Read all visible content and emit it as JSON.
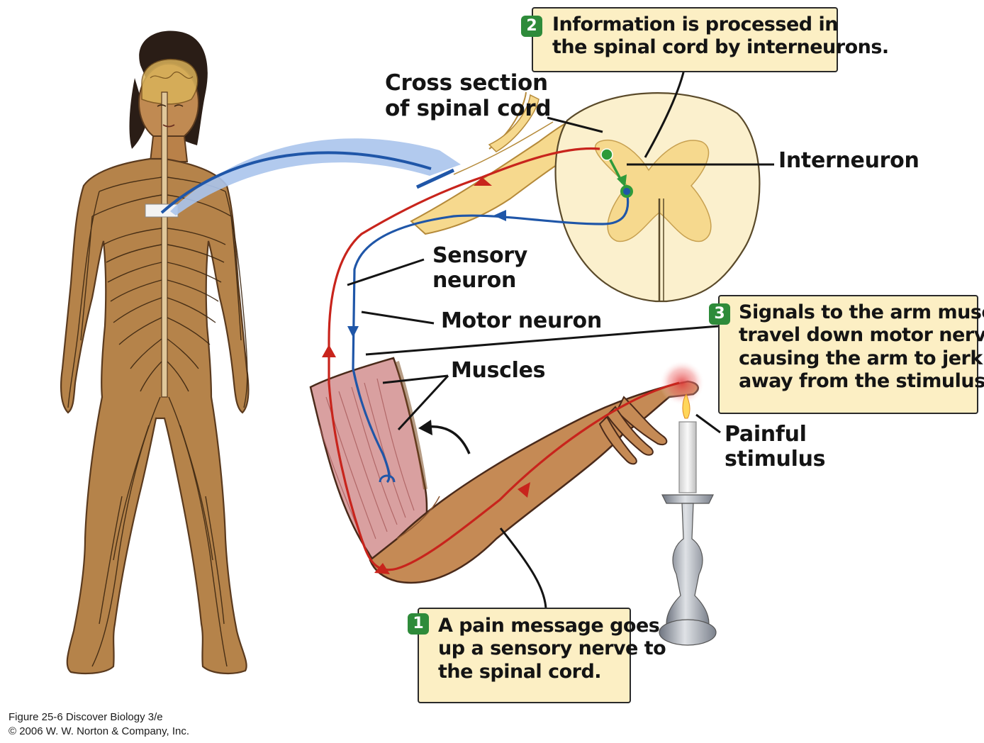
{
  "labels": {
    "cross_section": [
      "Cross section",
      "of spinal cord"
    ],
    "interneuron": "Interneuron",
    "sensory_neuron": [
      "Sensory",
      "neuron"
    ],
    "motor_neuron": "Motor neuron",
    "muscles": "Muscles",
    "painful_stimulus": [
      "Painful",
      "stimulus"
    ]
  },
  "steps": [
    {
      "number": "1",
      "lines": [
        "A pain message goes",
        "up a sensory nerve to",
        "the spinal cord."
      ]
    },
    {
      "number": "2",
      "lines": [
        "Information is processed in",
        "the spinal cord by interneurons."
      ]
    },
    {
      "number": "3",
      "lines": [
        "Signals to the arm muscles",
        "travel down motor nerves,",
        "causing the arm to jerk",
        "away from the stimulus."
      ]
    }
  ],
  "caption": {
    "figure": "Figure 25-6  Discover Biology 3/e",
    "copyright": "© 2006 W. W. Norton & Company, Inc."
  },
  "colors": {
    "sensory_path": "#c8241c",
    "motor_path": "#1f56a8",
    "interneuron": "#2e9a3a",
    "callout_fill": "#fcefc4",
    "step_badge": "#2e8b3a",
    "skin": "#b5834a",
    "nerves": "#3b2510",
    "spinal_cord": "#fbf0cd",
    "muscle": "#d9a0a0",
    "arrow_band": "#aac4ec"
  }
}
